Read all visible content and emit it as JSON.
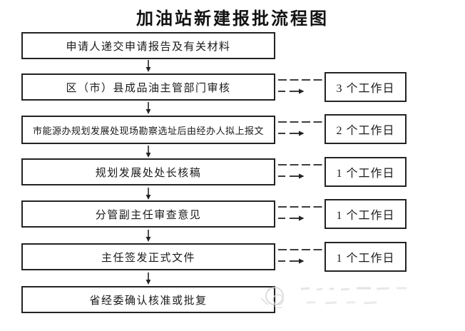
{
  "title": "加油站新建报批流程图",
  "flow": {
    "steps": [
      {
        "label": "申请人递交申请报告及有关材料"
      },
      {
        "label": "区（市）县成品油主管部门审核",
        "duration": "3 个工作日"
      },
      {
        "label": "市能源办规划发展处现场勘察选址后由经办人拟上报文",
        "duration": "2 个工作日"
      },
      {
        "label": "规划发展处处长核稿",
        "duration": "1 个工作日"
      },
      {
        "label": "分管副主任审查意见",
        "duration": "1 个工作日"
      },
      {
        "label": "主任签发正式文件",
        "duration": "1 个工作日"
      },
      {
        "label": "省经委确认核准或批复"
      }
    ]
  },
  "icons": {
    "down_arrow": "down-arrow",
    "dashed_right_arrow": "dashed-right-arrow",
    "watermark": "faint-logo-watermark"
  },
  "colors": {
    "background": "#ffffff",
    "line": "#232323",
    "text": "#1a1a1a",
    "watermark": "#d6d6d6"
  }
}
